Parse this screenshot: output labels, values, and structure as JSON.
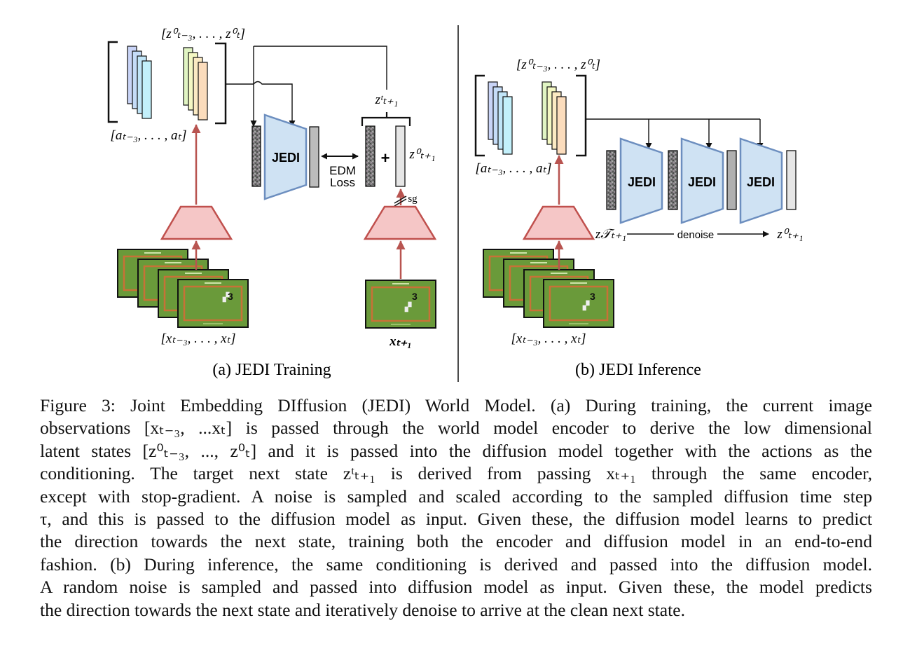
{
  "figure": {
    "panel_a": {
      "caption": "(a) JEDI Training",
      "latents_label": "[z⁰ₜ₋₃, . . . , z⁰ₜ]",
      "actions_label": "[aₜ₋₃, . . . , aₜ]",
      "observations_label": "[xₜ₋₃, . . . , xₜ]",
      "next_obs_label": "xₜ₊₁",
      "target_label": "zᵗₜ₊₁",
      "clean_next_label": "z⁰ₜ₊₁",
      "model_label": "JEDI",
      "loss_label_1": "EDM",
      "loss_label_2": "Loss",
      "plus_symbol": "+",
      "stopgrad_label": "sg"
    },
    "panel_b": {
      "caption": "(b) JEDI Inference",
      "latents_label": "[z⁰ₜ₋₃, . . . , z⁰ₜ]",
      "actions_label": "[aₜ₋₃, . . . , aₜ]",
      "observations_label": "[xₜ₋₃, . . . , xₜ]",
      "model_labels": [
        "JEDI",
        "JEDI",
        "JEDI"
      ],
      "denoise_label": "denoise",
      "start_label": "z𝒯ₜ₊₁",
      "end_label": "z⁰ₜ₊₁"
    },
    "colors": {
      "encoder_fill": "#f5c6c6",
      "encoder_stroke": "#c0504d",
      "jedi_fill": "#cfe2f3",
      "jedi_stroke": "#6c8ebf",
      "arrow_red": "#b85450",
      "game_green": "#6a9a3a",
      "game_border": "#c87137"
    }
  },
  "caption": {
    "lines": [
      "Figure 3: Joint Embedding DIffusion (JEDI) World Model. (a) During training, the current image",
      "observations [xₜ₋₃, ...xₜ] is passed through the world model encoder to derive the low dimensional",
      "latent states [z⁰ₜ₋₃, ..., z⁰ₜ] and it is passed into the diffusion model together with the actions as the",
      "conditioning. The target next state zᵗₜ₊₁ is derived from passing xₜ₊₁ through the same encoder,",
      "except with stop-gradient. A noise is sampled and scaled according to the sampled diffusion time step",
      "τ, and this is passed to the diffusion model as input. Given these, the diffusion model learns to predict",
      "the direction towards the next state, training both the encoder and diffusion model in an end-to-end",
      "fashion. (b) During inference, the same conditioning is derived and passed into the diffusion model.",
      "A random noise is sampled and passed into diffusion model as input. Given these, the model predicts",
      "the direction towards the next state and iteratively denoise to arrive at the clean next state."
    ]
  }
}
